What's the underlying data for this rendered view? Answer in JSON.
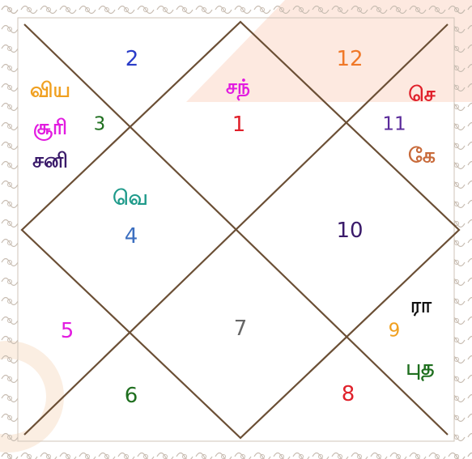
{
  "chart": {
    "houses": [
      {
        "n": "1",
        "color": "#e0202a"
      },
      {
        "n": "2",
        "color": "#2a3cc8"
      },
      {
        "n": "3",
        "color": "#1f6f1f"
      },
      {
        "n": "4",
        "color": "#3c6fc0"
      },
      {
        "n": "5",
        "color": "#e21ce0"
      },
      {
        "n": "6",
        "color": "#1f6f1f"
      },
      {
        "n": "7",
        "color": "#666666"
      },
      {
        "n": "8",
        "color": "#e0202a"
      },
      {
        "n": "9",
        "color": "#f0a020"
      },
      {
        "n": "10",
        "color": "#3a1a6a"
      },
      {
        "n": "11",
        "color": "#5a2a9a"
      },
      {
        "n": "12",
        "color": "#f07828"
      }
    ],
    "planets": [
      {
        "name": "சந்",
        "color": "#e21ce0"
      },
      {
        "name": "விய",
        "color": "#f0a020"
      },
      {
        "name": "சூரி",
        "color": "#e21ce0"
      },
      {
        "name": "சனி",
        "color": "#3a1a6a"
      },
      {
        "name": "செ",
        "color": "#e0202a"
      },
      {
        "name": "கே",
        "color": "#c86a3a"
      },
      {
        "name": "வெ",
        "color": "#1e9a8a"
      },
      {
        "name": "ரா",
        "color": "#111111"
      },
      {
        "name": "புத",
        "color": "#1f6f1f"
      }
    ]
  }
}
